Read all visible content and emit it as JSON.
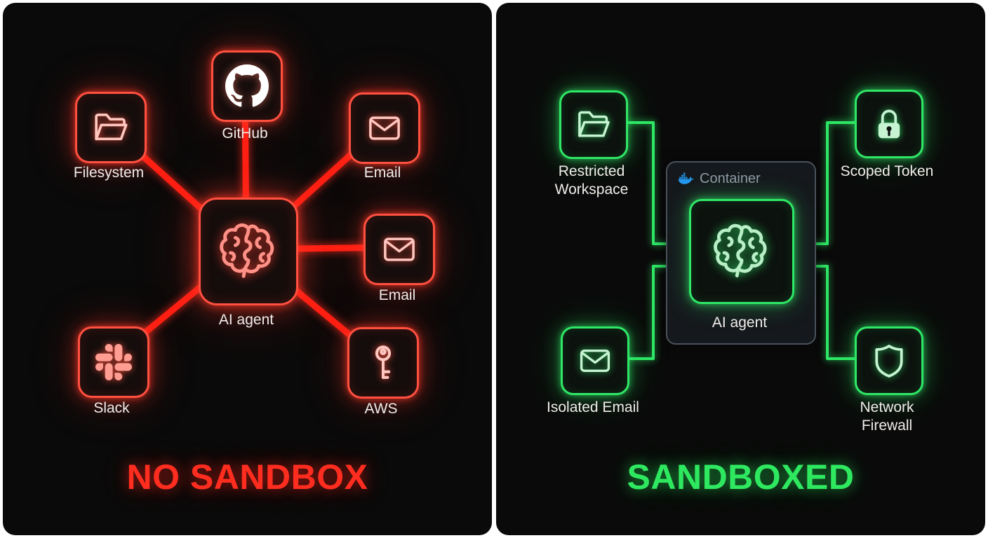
{
  "page": {
    "background_color": "#ffffff",
    "canvas_color": "#0a0a0a"
  },
  "left_panel": {
    "title": "NO SANDBOX",
    "accent_color": "#ff2d1f",
    "line_color": "#ff2014",
    "agent": {
      "label": "AI agent",
      "icon": "brain-icon"
    },
    "nodes": [
      {
        "id": "filesystem",
        "label": "Filesystem",
        "icon": "folder-icon"
      },
      {
        "id": "github",
        "label": "GitHub",
        "icon": "github-icon"
      },
      {
        "id": "email-top",
        "label": "Email",
        "icon": "envelope-icon"
      },
      {
        "id": "email-right",
        "label": "Email",
        "icon": "envelope-icon"
      },
      {
        "id": "aws",
        "label": "AWS",
        "icon": "key-icon"
      },
      {
        "id": "slack",
        "label": "Slack",
        "icon": "slack-icon"
      }
    ]
  },
  "right_panel": {
    "title": "SANDBOXED",
    "accent_color": "#2ee85f",
    "line_color": "#2fe766",
    "container": {
      "label": "Container",
      "icon": "docker-icon"
    },
    "agent": {
      "label": "AI agent",
      "icon": "brain-icon"
    },
    "nodes": [
      {
        "id": "restricted-workspace",
        "label": "Restricted Workspace",
        "icon": "folder-icon"
      },
      {
        "id": "scoped-token",
        "label": "Scoped Token",
        "icon": "lock-icon"
      },
      {
        "id": "isolated-email",
        "label": "Isolated Email",
        "icon": "envelope-icon"
      },
      {
        "id": "network-firewall",
        "label": "Network Firewall",
        "icon": "shield-icon"
      }
    ]
  }
}
